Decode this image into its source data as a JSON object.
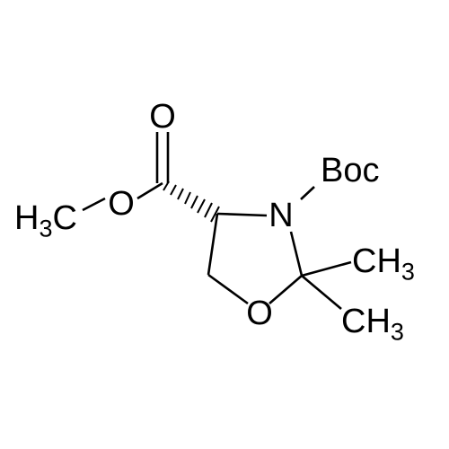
{
  "structure": {
    "carbonyl_o": "O",
    "ester_o": "O",
    "methyl": {
      "h": "H",
      "sub": "3",
      "c": "C"
    },
    "ring_n": "N",
    "ring_o": "O",
    "boc": "Boc",
    "methyl_upper": {
      "text": "CH",
      "sub": "3"
    },
    "methyl_lower": {
      "text": "CH",
      "sub": "3"
    }
  }
}
